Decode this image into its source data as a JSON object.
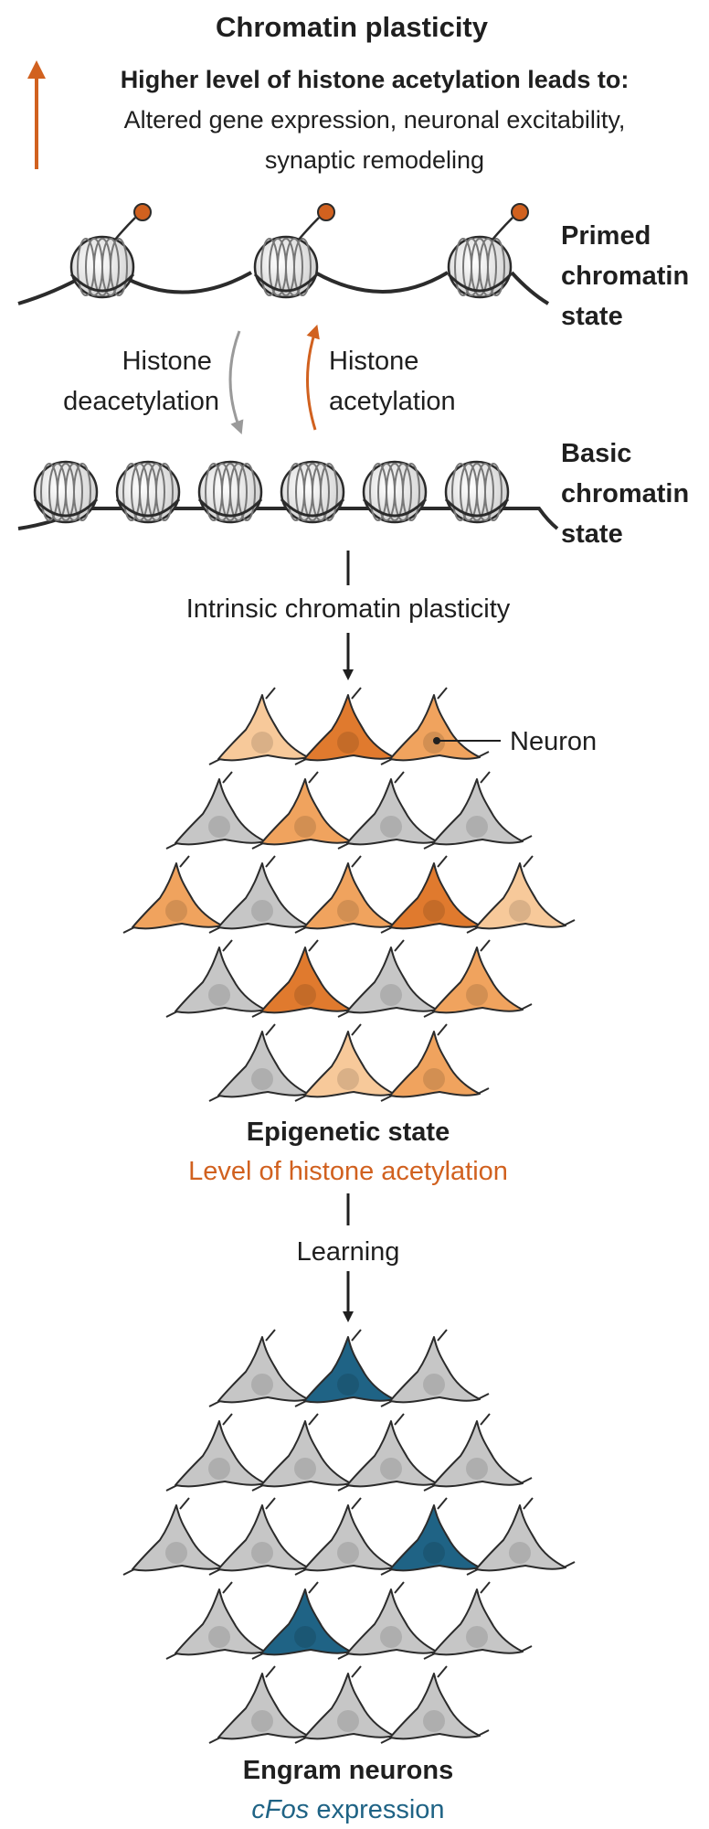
{
  "header": {
    "title": "Chromatin plasticity",
    "subtitle": "Higher level of histone acetylation leads to:",
    "effects_line1": "Altered gene expression, neuronal excitability,",
    "effects_line2": "synaptic remodeling"
  },
  "chromatin": {
    "primed_label": [
      "Primed",
      "chromatin",
      "state"
    ],
    "basic_label": [
      "Basic",
      "chromatin",
      "state"
    ],
    "deacetylation_label": [
      "Histone",
      "deacetylation"
    ],
    "acetylation_label": [
      "Histone",
      "acetylation"
    ],
    "intrinsic_label": "Intrinsic chromatin plasticity"
  },
  "epigenetic": {
    "neuron_callout": "Neuron",
    "title": "Epigenetic state",
    "subtitle": "Level of histone acetylation",
    "rows": [
      [
        "light",
        "dark",
        "mid"
      ],
      [
        "gray",
        "mid",
        "gray",
        "gray"
      ],
      [
        "mid",
        "gray",
        "mid",
        "dark",
        "light"
      ],
      [
        "gray",
        "dark",
        "gray",
        "mid"
      ],
      [
        "gray",
        "light",
        "mid"
      ]
    ]
  },
  "learning": {
    "label": "Learning"
  },
  "engram": {
    "title": "Engram neurons",
    "subtitle_italic": "cFos",
    "subtitle_rest": " expression",
    "rows": [
      [
        "gray",
        "blue",
        "gray"
      ],
      [
        "gray",
        "gray",
        "gray",
        "gray"
      ],
      [
        "gray",
        "gray",
        "gray",
        "blue",
        "gray"
      ],
      [
        "gray",
        "blue",
        "gray",
        "gray"
      ],
      [
        "gray",
        "gray",
        "gray"
      ]
    ]
  },
  "colors": {
    "acetyl_orange": "#d1611f",
    "engram_blue": "#1f6385",
    "neuron_gray": "#c6c6c6",
    "neuron_light": "#f7c99a",
    "neuron_mid": "#f0a35e",
    "neuron_dark": "#e07a2e",
    "outline": "#2b2b2b",
    "arrow_gray": "#9a9a9a"
  }
}
